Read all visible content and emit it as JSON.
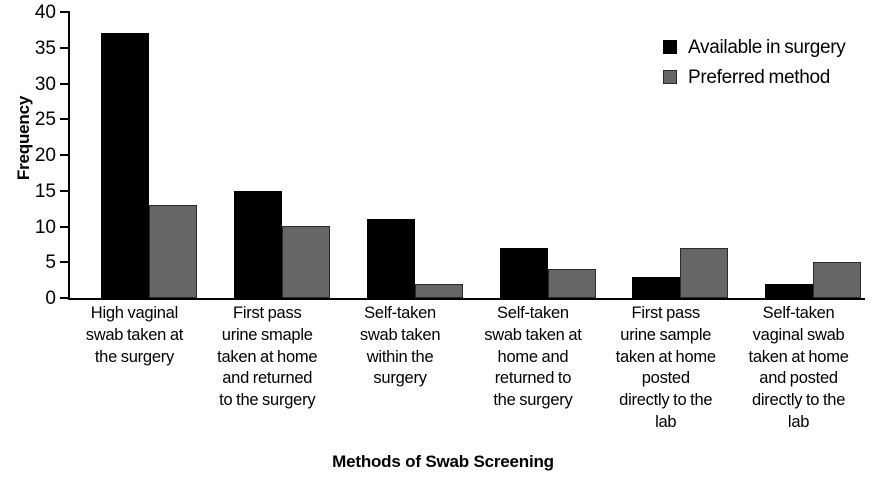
{
  "chart_data": {
    "type": "bar",
    "title": "",
    "xlabel": "Methods of Swab Screening",
    "ylabel": "Frequency",
    "ylim": [
      0,
      40
    ],
    "yticks": [
      0,
      5,
      10,
      15,
      20,
      25,
      30,
      35,
      40
    ],
    "grid": false,
    "legend_position": "top-right",
    "categories": [
      "High vaginal swab taken at the surgery",
      "First pass urine smaple taken at home and returned to the surgery",
      "Self-taken swab taken within the surgery",
      "Self-taken swab taken at home and returned to the surgery",
      "First pass urine sample taken at home posted directly to the lab",
      "Self-taken vaginal swab taken at home and posted directly to the lab"
    ],
    "category_lines": [
      [
        "High vaginal",
        "swab taken at",
        "the surgery"
      ],
      [
        "First pass",
        "urine smaple",
        "taken at home",
        "and returned",
        "to the surgery"
      ],
      [
        "Self-taken",
        "swab taken",
        "within the",
        "surgery"
      ],
      [
        "Self-taken",
        "swab taken at",
        "home and",
        "returned to",
        "the surgery"
      ],
      [
        "First pass",
        "urine sample",
        "taken at home",
        "posted",
        "directly to the",
        "lab"
      ],
      [
        "Self-taken",
        "vaginal swab",
        "taken at home",
        "and posted",
        "directly to the",
        "lab"
      ]
    ],
    "series": [
      {
        "name": "Available in surgery",
        "color": "#000000",
        "values": [
          37,
          15,
          11,
          7,
          3,
          2
        ]
      },
      {
        "name": "Preferred method",
        "color": "#666666",
        "values": [
          13,
          10,
          2,
          4,
          7,
          5
        ]
      }
    ]
  }
}
